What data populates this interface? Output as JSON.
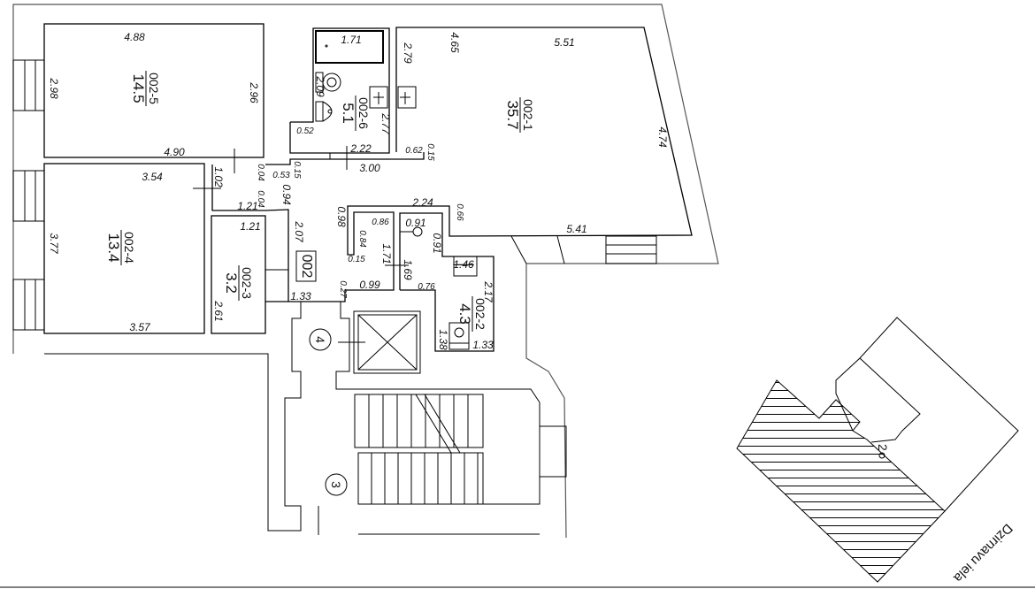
{
  "plan_label": "002",
  "rooms": [
    {
      "id": "002-5",
      "area": "14.5"
    },
    {
      "id": "002-4",
      "area": "13.4"
    },
    {
      "id": "002-3",
      "area": "3.2"
    },
    {
      "id": "002-6",
      "area": "5.1"
    },
    {
      "id": "002-1",
      "area": "35.7"
    },
    {
      "id": "002-2",
      "area": "4.3"
    }
  ],
  "dims": [
    "4.88",
    "2.98",
    "2.96",
    "4.90",
    "3.54",
    "3.77",
    "3.57",
    "1.02",
    "0.04",
    "0.53",
    "0.15",
    "0.94",
    "0.04",
    "1.21",
    "1.21",
    "2.07",
    "2.61",
    "1.33",
    "0.27",
    "0.99",
    "0.15",
    "0.84",
    "0.86",
    "0.98",
    "1.71",
    "1.69",
    "0.76",
    "0.91",
    "0.91",
    "2.24",
    "0.66",
    "1.46",
    "2.17",
    "1.38",
    "1.33",
    "1.71",
    "2.09",
    "2.77",
    "0.52",
    "2.22",
    "3.00",
    "2.79",
    "4.65",
    "5.51",
    "4.74",
    "0.62",
    "0.15",
    "5.41"
  ],
  "stair_markers": [
    "4",
    "3"
  ],
  "site_plan": {
    "building_number": "2",
    "street": "Dzirnavu iela"
  }
}
